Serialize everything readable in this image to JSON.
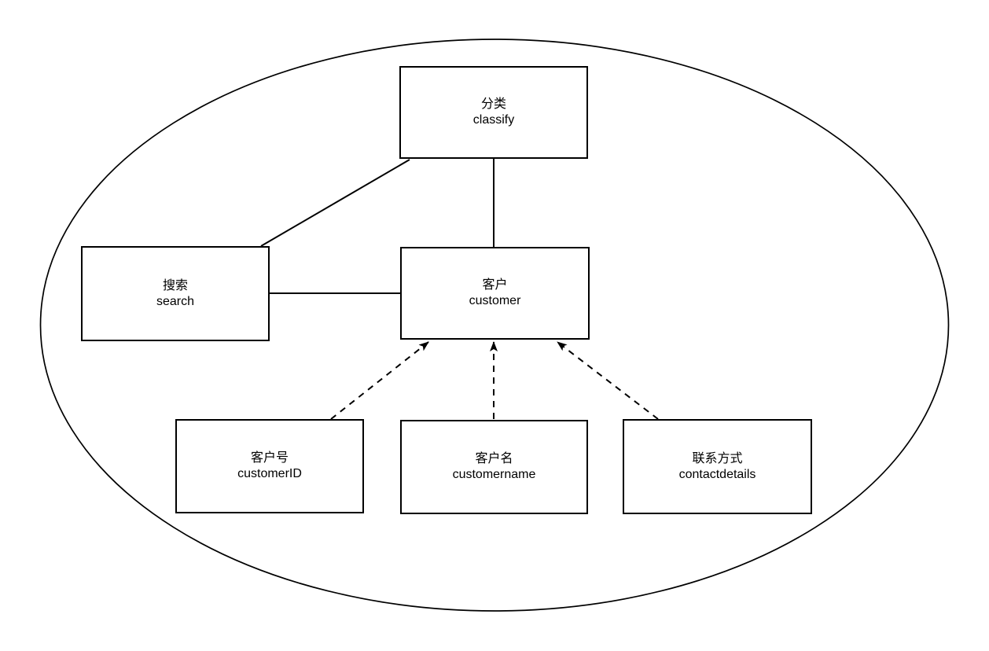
{
  "diagram": {
    "type": "entity-relationship-diagram",
    "boundary": "ellipse",
    "colors": {
      "stroke": "#000000",
      "fill": "#ffffff",
      "text": "#000000"
    },
    "nodes": {
      "classify": {
        "zh": "分类",
        "en": "classify"
      },
      "search": {
        "zh": "搜索",
        "en": "search"
      },
      "customer": {
        "zh": "客户",
        "en": "customer"
      },
      "customerID": {
        "zh": "客户号",
        "en": "customerID"
      },
      "customername": {
        "zh": "客户名",
        "en": "customername"
      },
      "contactdetails": {
        "zh": "联系方式",
        "en": "contactdetails"
      }
    },
    "edges": [
      {
        "from": "search",
        "to": "classify",
        "style": "solid",
        "arrow": "none"
      },
      {
        "from": "classify",
        "to": "customer",
        "style": "solid",
        "arrow": "none"
      },
      {
        "from": "search",
        "to": "customer",
        "style": "solid",
        "arrow": "none"
      },
      {
        "from": "customerID",
        "to": "customer",
        "style": "dashed",
        "arrow": "filled-triangle"
      },
      {
        "from": "customername",
        "to": "customer",
        "style": "dashed",
        "arrow": "filled-triangle"
      },
      {
        "from": "contactdetails",
        "to": "customer",
        "style": "dashed",
        "arrow": "filled-triangle"
      }
    ]
  }
}
